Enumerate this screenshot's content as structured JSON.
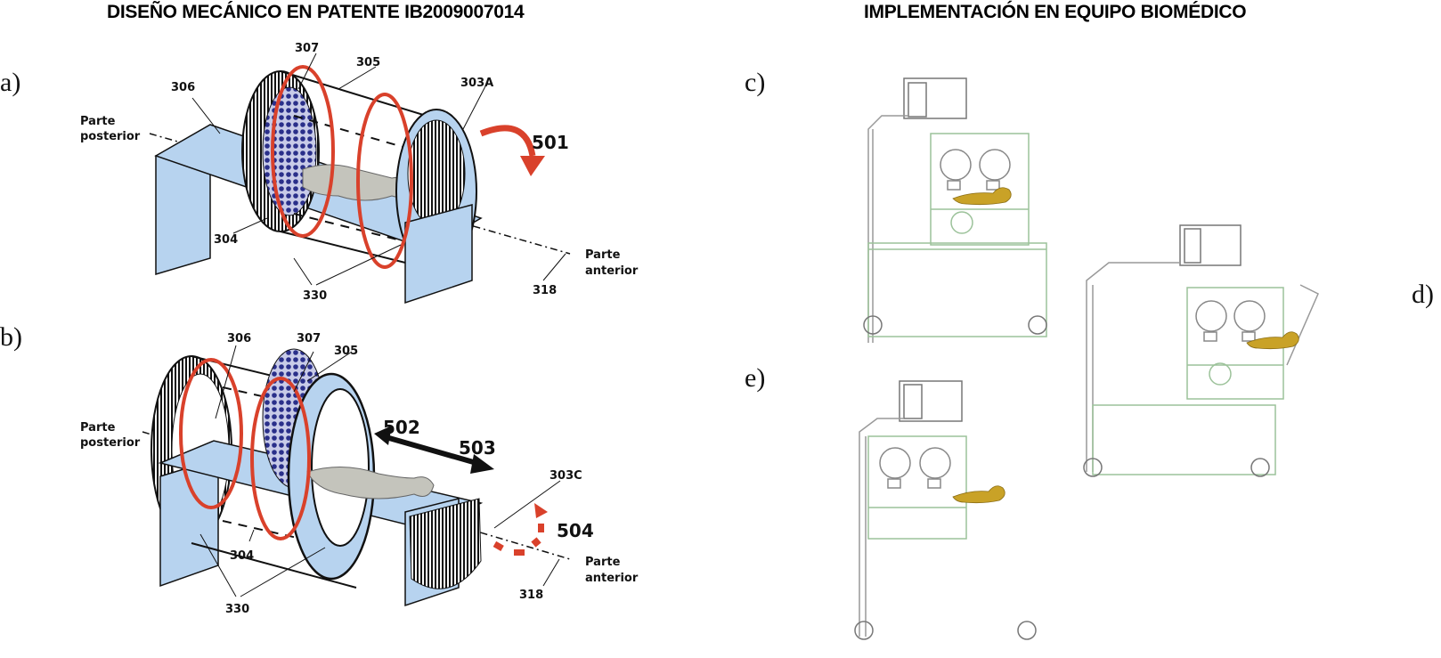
{
  "titles": {
    "left": "DISEÑO MECÁNICO EN PATENTE IB2009007014",
    "right": "IMPLEMENTACIÓN EN EQUIPO BIOMÉDICO"
  },
  "panels": {
    "a": {
      "letter": "a)",
      "labels": {
        "l306": "306",
        "l307": "307",
        "l305": "305",
        "l303A": "303A",
        "l501": "501",
        "l304": "304",
        "l330": "330",
        "l318": "318",
        "posterior_1": "Parte",
        "posterior_2": "posterior",
        "anterior_1": "Parte",
        "anterior_2": "anterior"
      }
    },
    "b": {
      "letter": "b)",
      "labels": {
        "l306": "306",
        "l307": "307",
        "l305": "305",
        "l502": "502",
        "l503": "503",
        "l303C": "303C",
        "l504": "504",
        "l304": "304",
        "l330": "330",
        "l318": "318",
        "posterior_1": "Parte",
        "posterior_2": "posterior",
        "anterior_1": "Parte",
        "anterior_2": "anterior"
      }
    },
    "c": {
      "letter": "c)"
    },
    "d": {
      "letter": "d)"
    },
    "e": {
      "letter": "e)"
    }
  },
  "colors": {
    "highlight_red": "#d9412b",
    "table_blue": "#b7d3ef",
    "mesh_navy": "#2a2f8a",
    "baby_gray": "#c4c4bc",
    "line_green": "#9cc29a",
    "baby_gold": "#c9a227"
  }
}
